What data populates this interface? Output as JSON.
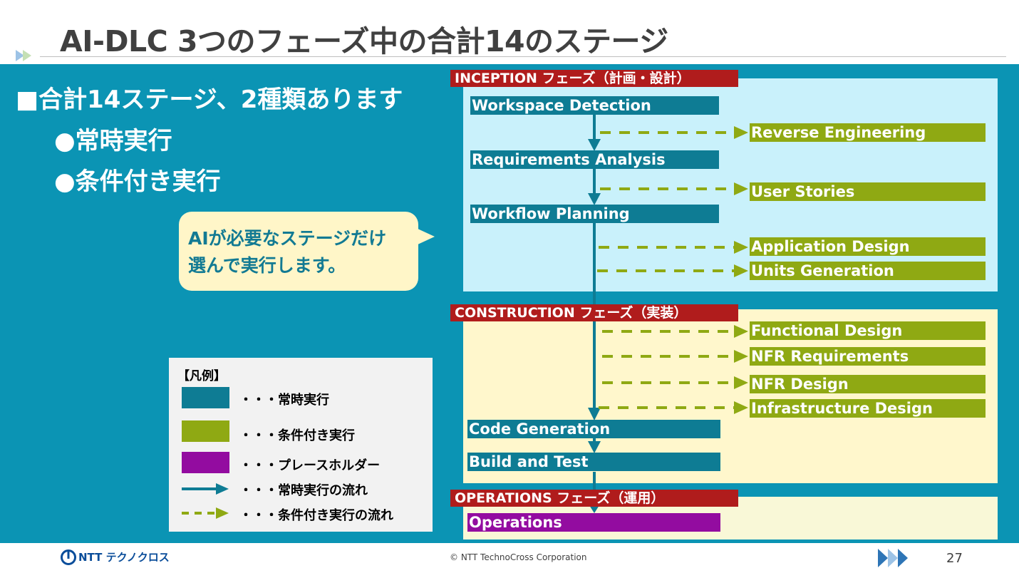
{
  "title": "AI-DLC 3つのフェーズ中の合計14のステージ",
  "bullets": {
    "main": "■合計14ステージ、2種類あります",
    "items": [
      "●常時実行",
      "●条件付き実行"
    ]
  },
  "callout": {
    "line1": "AIが必要なステージだけ",
    "line2": "選んで実行します。"
  },
  "legend": {
    "title": "【凡例】",
    "items": [
      "・・・常時実行",
      "・・・条件付き実行",
      "・・・プレースホルダー",
      "・・・常時実行の流れ",
      "・・・条件付き実行の流れ"
    ]
  },
  "phases": {
    "inception": "INCEPTION フェーズ（計画・設計）",
    "construction": "CONSTRUCTION フェーズ（実装）",
    "operations": "OPERATIONS フェーズ（運用）"
  },
  "stages": {
    "always": [
      "Workspace Detection",
      "Requirements Analysis",
      "Workflow Planning",
      "Code Generation",
      "Build and Test"
    ],
    "conditional": [
      "Reverse Engineering",
      "User Stories",
      "Application Design",
      "Units Generation",
      "Functional Design",
      "NFR Requirements",
      "NFR Design",
      "Infrastructure Design"
    ],
    "placeholder": [
      "Operations"
    ]
  },
  "footer": {
    "company": "テクノクロス",
    "copyright": "© NTT TechnoCross Corporation",
    "page": "27"
  },
  "colors": {
    "background_panel": "#0b94b4",
    "always": "#0e7c94",
    "conditional": "#8fa913",
    "placeholder": "#930ca0",
    "phase_label": "#b01c1c",
    "inception_bg": "#c9f1fb",
    "construction_bg": "#fff7cc",
    "operations_bg": "#f9f8d7",
    "callout_bg": "#fff6c8"
  },
  "icons": [
    "triangle-marker-icon",
    "ntt-logo-icon",
    "footer-arrows-icon"
  ]
}
